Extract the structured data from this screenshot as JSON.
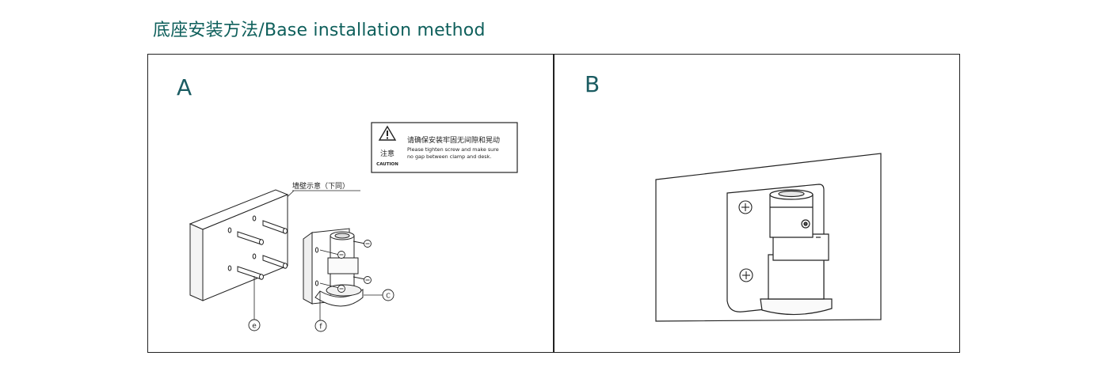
{
  "title": "底座安装方法/Base installation method",
  "panels": {
    "a": {
      "label": "A"
    },
    "b": {
      "label": "B"
    }
  },
  "caution_box": {
    "note_cn": "注意",
    "note_en": "CAUTION",
    "line1": "请确保安装牢固无间隙和晃动",
    "line2": "Please tighten screw and make sure",
    "line3": "no gap between clamp and desk."
  },
  "wall_label": "墙壁示意（下同）",
  "callouts": {
    "e": "e",
    "f": "f",
    "c": "C"
  },
  "colors": {
    "title": "#0e5f5b",
    "panel_letter": "#1b5c62",
    "line": "#222222"
  },
  "icons": [
    "warning-icon",
    "screw-icon"
  ]
}
